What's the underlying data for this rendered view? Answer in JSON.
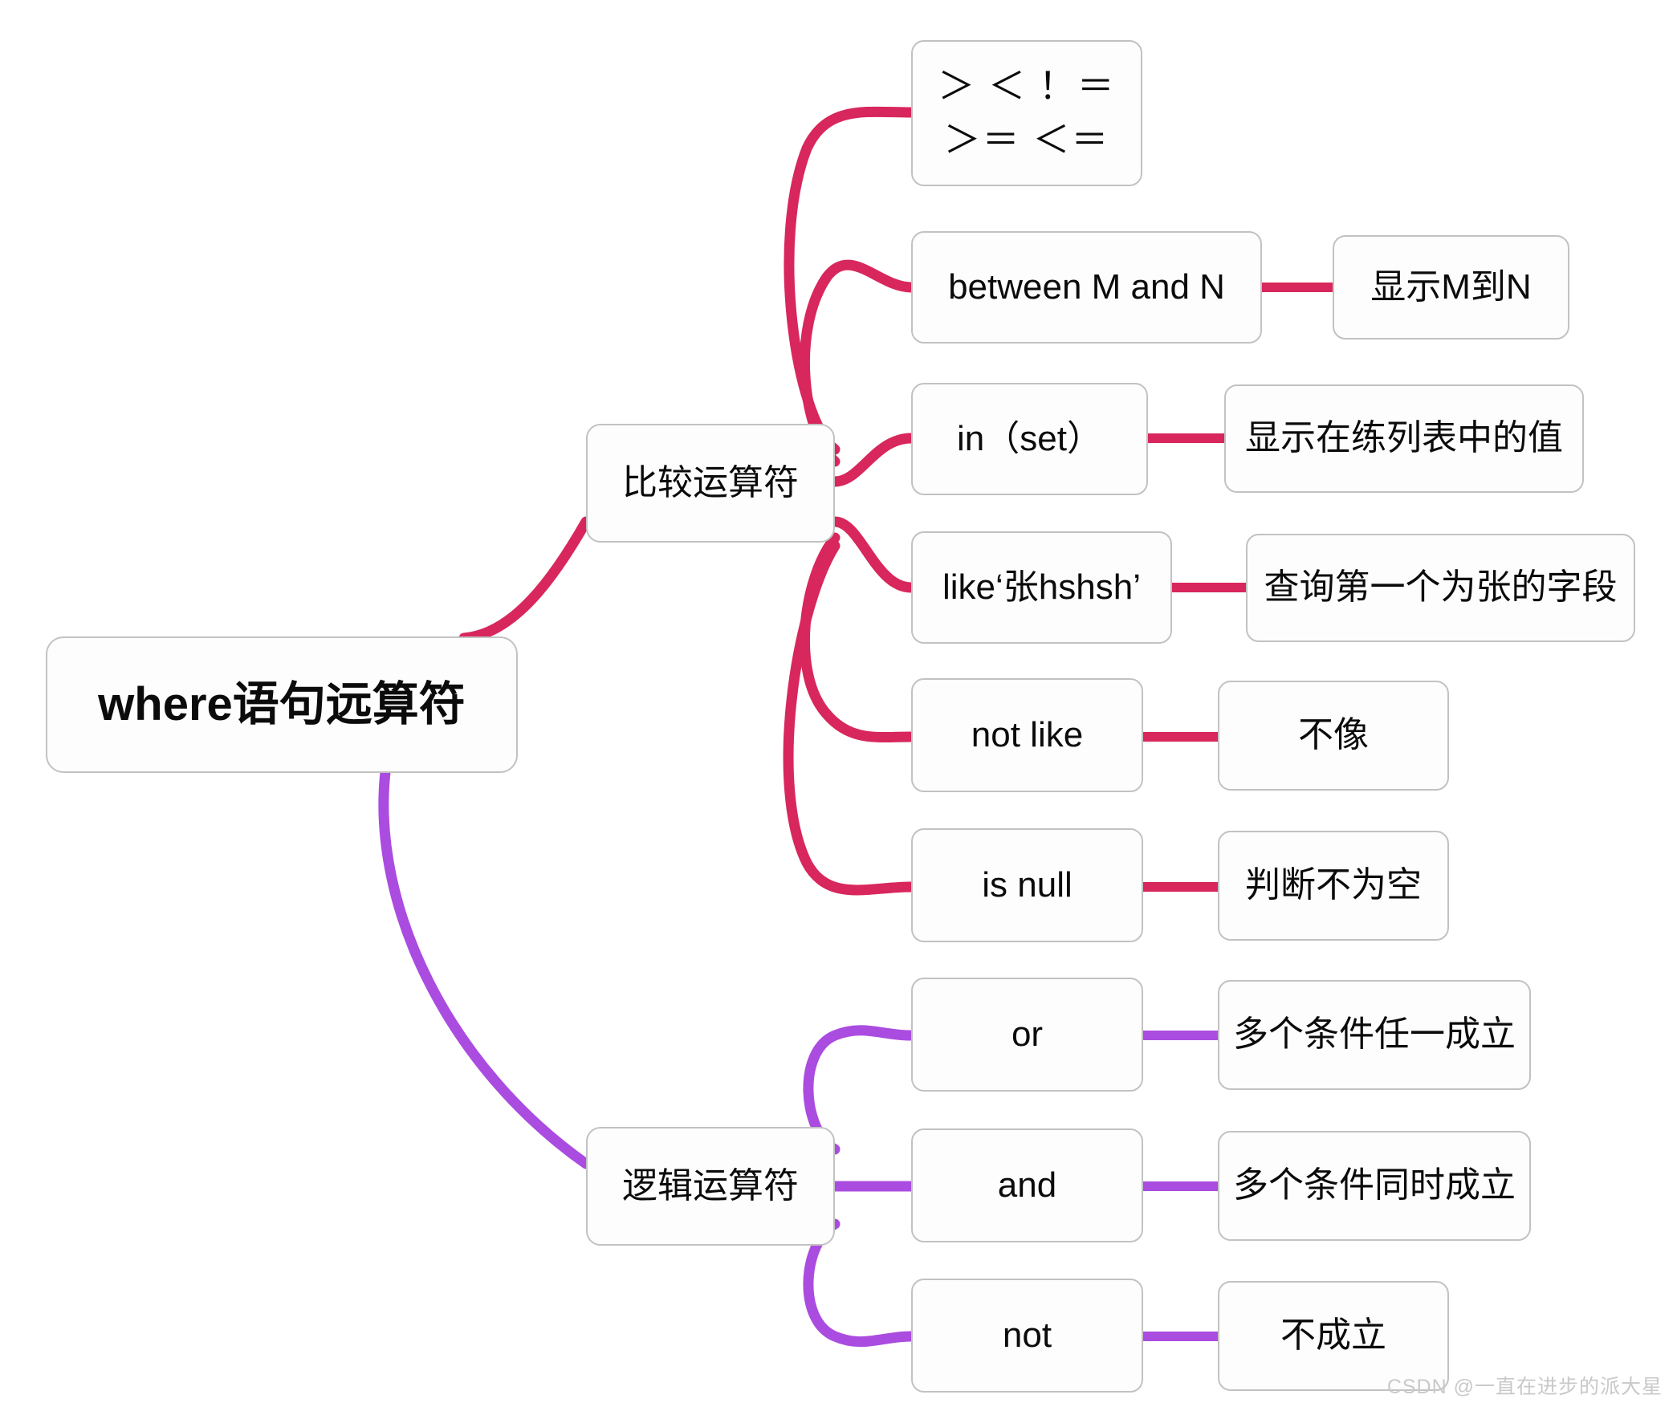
{
  "diagram": {
    "type": "mindmap",
    "title": "where语句远算符",
    "colors": {
      "comparison_branch": "#d8275c",
      "logical_branch": "#ab4ce0",
      "node_border": "#c2c2c2",
      "node_fill": "#fdfdfd",
      "text": "#0b0b0b",
      "watermark": "#c9c9c9"
    },
    "root": {
      "label": "where语句远算符"
    },
    "branches": [
      {
        "id": "comparison",
        "label": "比较运算符",
        "color": "#d8275c",
        "children": [
          {
            "id": "operators",
            "label_lines": [
              "＞ ＜ ！＝",
              "＞＝ ＜＝"
            ],
            "detail": null
          },
          {
            "id": "between",
            "label": "between M and N",
            "detail": "显示M到N"
          },
          {
            "id": "in-set",
            "label": "in（set）",
            "detail": "显示在练列表中的值"
          },
          {
            "id": "like",
            "label": "like‘张hshsh’",
            "detail": "查询第一个为张的字段"
          },
          {
            "id": "not-like",
            "label": "not like",
            "detail": "不像"
          },
          {
            "id": "is-null",
            "label": "is null",
            "detail": "判断不为空"
          }
        ]
      },
      {
        "id": "logical",
        "label": "逻辑运算符",
        "color": "#ab4ce0",
        "children": [
          {
            "id": "or",
            "label": "or",
            "detail": "多个条件任一成立"
          },
          {
            "id": "and",
            "label": "and",
            "detail": "多个条件同时成立"
          },
          {
            "id": "not",
            "label": "not",
            "detail": "不成立"
          }
        ]
      }
    ],
    "watermark": "CSDN @一直在进步的派大星"
  }
}
